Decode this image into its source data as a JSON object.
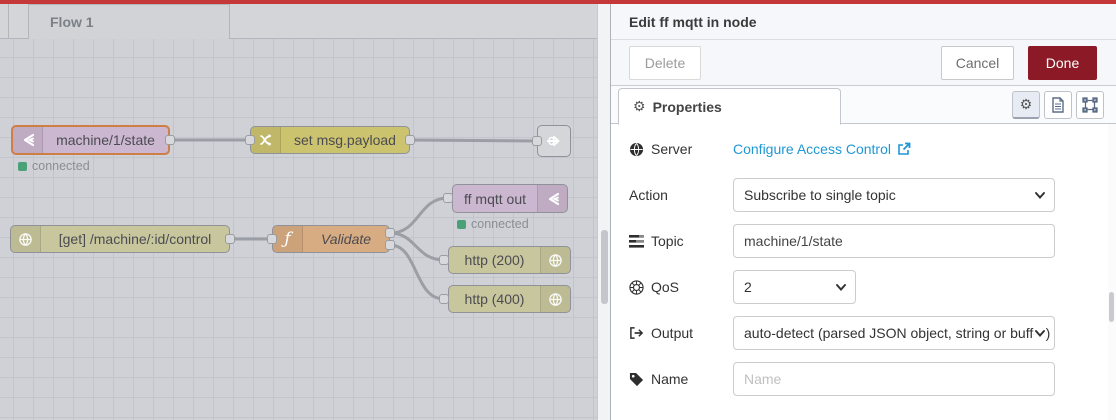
{
  "canvas": {
    "tab": {
      "label": "Flow 1"
    },
    "nodes": [
      {
        "id": "mqtt-in",
        "label": "machine/1/state",
        "status": "connected",
        "selected": true
      },
      {
        "id": "change",
        "label": "set msg.payload"
      },
      {
        "id": "link-out",
        "label": ""
      },
      {
        "id": "mqtt-out",
        "label": "ff mqtt out",
        "status": "connected"
      },
      {
        "id": "http-response-200",
        "label": "http (200)"
      },
      {
        "id": "http-response-400",
        "label": "http (400)"
      },
      {
        "id": "http-in",
        "label": "[get] /machine/:id/control"
      },
      {
        "id": "function",
        "label": "Validate"
      }
    ],
    "status_color": "#4aa077",
    "selection_color": "#cf7f46"
  },
  "panel": {
    "title": "Edit ff mqtt in node",
    "buttons": {
      "delete": "Delete",
      "cancel": "Cancel",
      "done": "Done"
    },
    "tabs": {
      "properties": "Properties"
    },
    "accent_color": "#8c1a26",
    "form": {
      "server": {
        "label": "Server",
        "link": "Configure Access Control"
      },
      "action": {
        "label": "Action",
        "value": "Subscribe to single topic"
      },
      "topic": {
        "label": "Topic",
        "value": "machine/1/state"
      },
      "qos": {
        "label": "QoS",
        "value": "2"
      },
      "output": {
        "label": "Output",
        "value": "auto-detect (parsed JSON object, string or buffer)"
      },
      "name": {
        "label": "Name",
        "value": "",
        "placeholder": "Name"
      }
    }
  }
}
